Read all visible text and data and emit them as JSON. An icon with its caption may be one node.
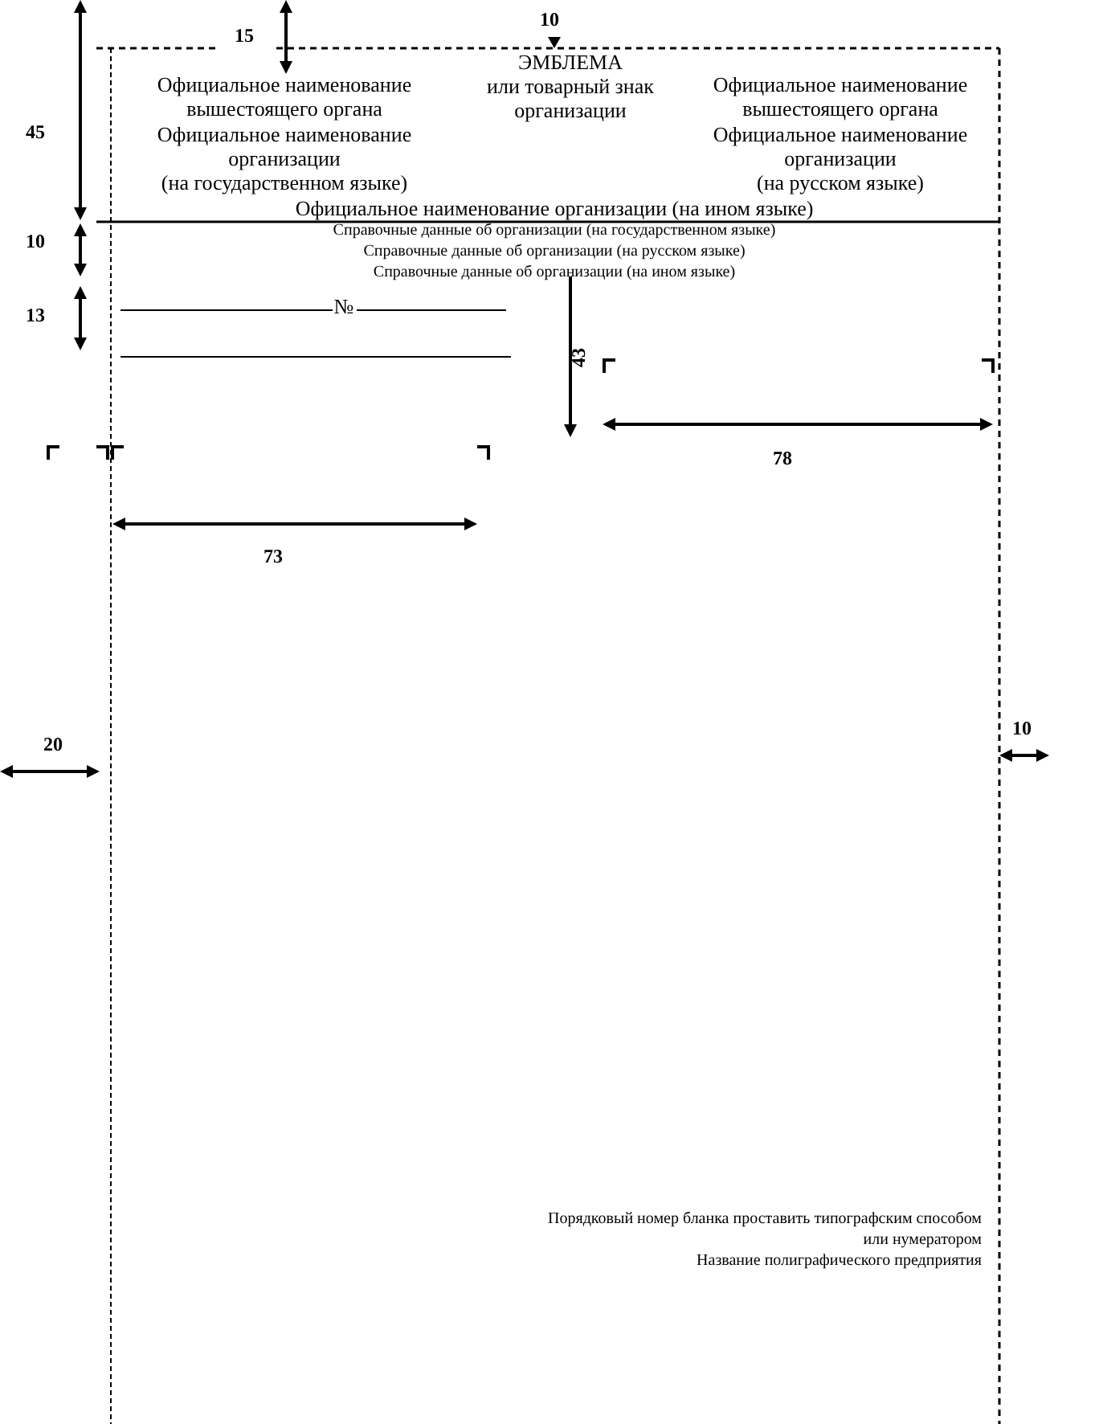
{
  "diagram": {
    "labels": [
      "10",
      "15",
      "45",
      "ЭМБЛЕМА или товарный знак организации",
      "Официальное наименование вышестоящего органа",
      "Официальное наименование организации (на государственном  языке)",
      "Официальное наименование вышестоящего органа",
      "Официальное наименование организации (на русском языке)",
      "Официальное наименование организации (на ином языке)",
      "10",
      "Справочные данные об организации (на государственном языке)",
      "Справочные данные об организации  (на русском языке)",
      "Справочные данные об организации (на ином языке)",
      "13",
      "№",
      "43",
      "78",
      "73",
      "20",
      "10",
      "Порядковый номер бланка проставить типографским способом или нумератором",
      "Название полиграфического предприятия"
    ]
  }
}
